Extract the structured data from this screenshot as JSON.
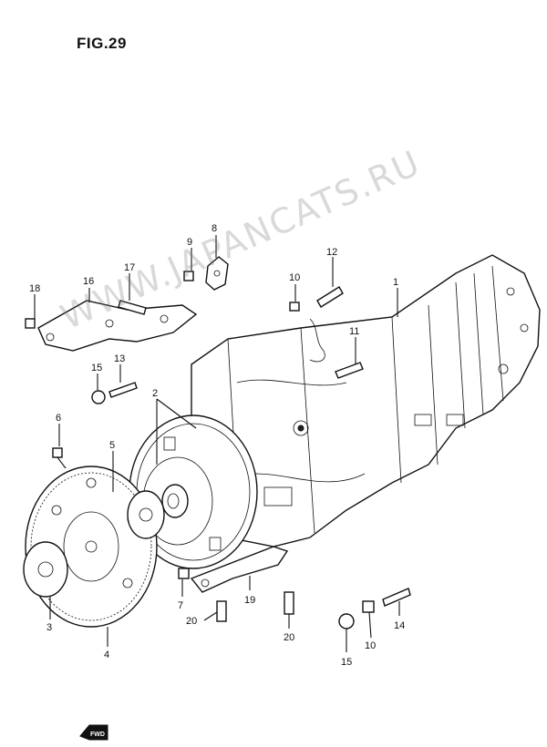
{
  "figure": {
    "title": "FIG.29"
  },
  "watermark": "WWW.JAPANCATS.RU",
  "fwd_badge": "FWD",
  "callouts": {
    "c1": "1",
    "c2": "2",
    "c3": "3",
    "c4": "4",
    "c5": "5",
    "c6": "6",
    "c7": "7",
    "c8": "8",
    "c9": "9",
    "c10a": "10",
    "c10b": "10",
    "c11": "11",
    "c12": "12",
    "c13": "13",
    "c14": "14",
    "c15a": "15",
    "c15b": "15",
    "c16": "16",
    "c17": "17",
    "c18": "18",
    "c19": "19",
    "c20a": "20",
    "c20b": "20"
  }
}
